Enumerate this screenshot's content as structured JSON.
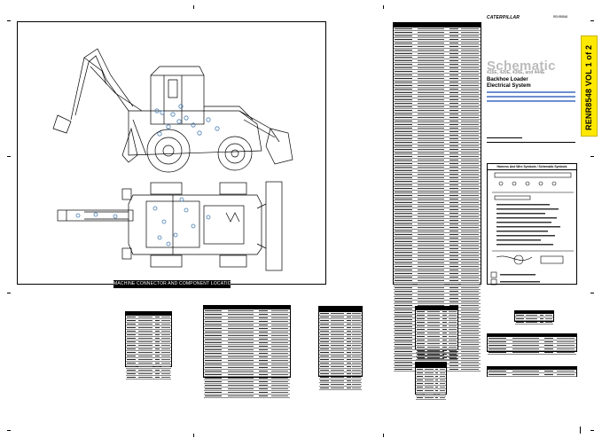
{
  "drawing": {
    "caption": "MACHINE CONNECTOR AND COMPONENT LOCATIONS"
  },
  "header": {
    "brand": "CATERPILLAR",
    "doc_code": "RENR8548",
    "title": "Schematic",
    "models": "416E, 420E, 430E, and 444E",
    "machine": "Backhoe Loader",
    "system": "Electrical System"
  },
  "side_tab": {
    "volume": "RENR8548 VOL 1 of 2"
  },
  "legend": {
    "title": "Harness And Wire Symbols / Schematic Symbols"
  },
  "colors": {
    "tab_yellow": "#ffe800",
    "ink": "#000000",
    "title_gray": "#bbbbbb",
    "model_blue": "#0044aa",
    "marker_blue": "#4a7fb5"
  },
  "icons": {
    "machine_side": "backhoe-side-view-icon",
    "machine_top": "backhoe-top-view-icon",
    "connector": "connector-symbol-icon"
  }
}
